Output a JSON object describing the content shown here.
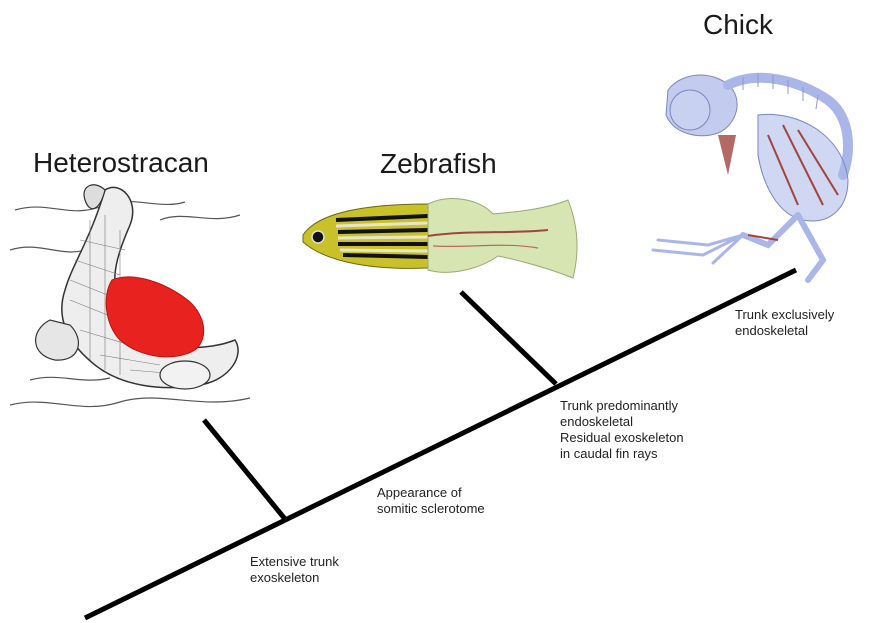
{
  "taxa": {
    "heterostracan": "Heterostracan",
    "zebrafish": "Zebrafish",
    "chick": "Chick"
  },
  "annotations": {
    "extensive_trunk_exoskeleton": [
      "Extensive trunk",
      "exoskeleton"
    ],
    "appearance_of_somitic_sclerotome": [
      "Appearance of",
      "somitic sclerotome"
    ],
    "trunk_predominantly_endoskeletal": [
      "Trunk predominantly",
      "endoskeletal",
      "Residual exoskeleton",
      "in caudal fin rays"
    ],
    "trunk_exclusively_endoskeletal": [
      "Trunk exclusively",
      "endoskeletal"
    ]
  },
  "colors": {
    "branch": "#000000",
    "exoskeleton_highlight": "#e8231f",
    "fish_yellow": "#c9c12a",
    "fin_green": "#c9dc9a",
    "cartilage_blue": "#aab6e8",
    "muscle_red": "#a0443d"
  }
}
